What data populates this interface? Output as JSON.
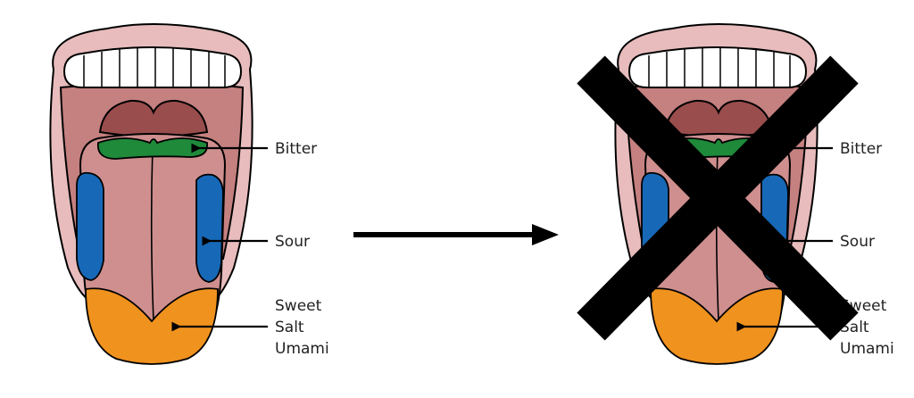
{
  "left_panel": {
    "labels": {
      "bitter": "Bitter",
      "sour": "Sour",
      "sweet": "Sweet",
      "salt": "Salt",
      "umami": "Umami"
    }
  },
  "right_panel": {
    "labels": {
      "bitter": "Bitter",
      "sour": "Sour",
      "sweet": "Sweet",
      "salt": "Salt",
      "umami": "Umami"
    },
    "crossed_out": true
  },
  "colors": {
    "lip": "#e8bcbc",
    "mouth_inner": "#c58080",
    "throat": "#9a4d4d",
    "tongue": "#cf8f8f",
    "bitter": "#1e8a3a",
    "sour": "#1769b8",
    "sweet_salt_umami": "#f0921e",
    "outline": "#000000",
    "cross": "#000000"
  },
  "icons": [
    "tongue-map-illustration",
    "right-arrow-icon",
    "cross-out-icon"
  ]
}
